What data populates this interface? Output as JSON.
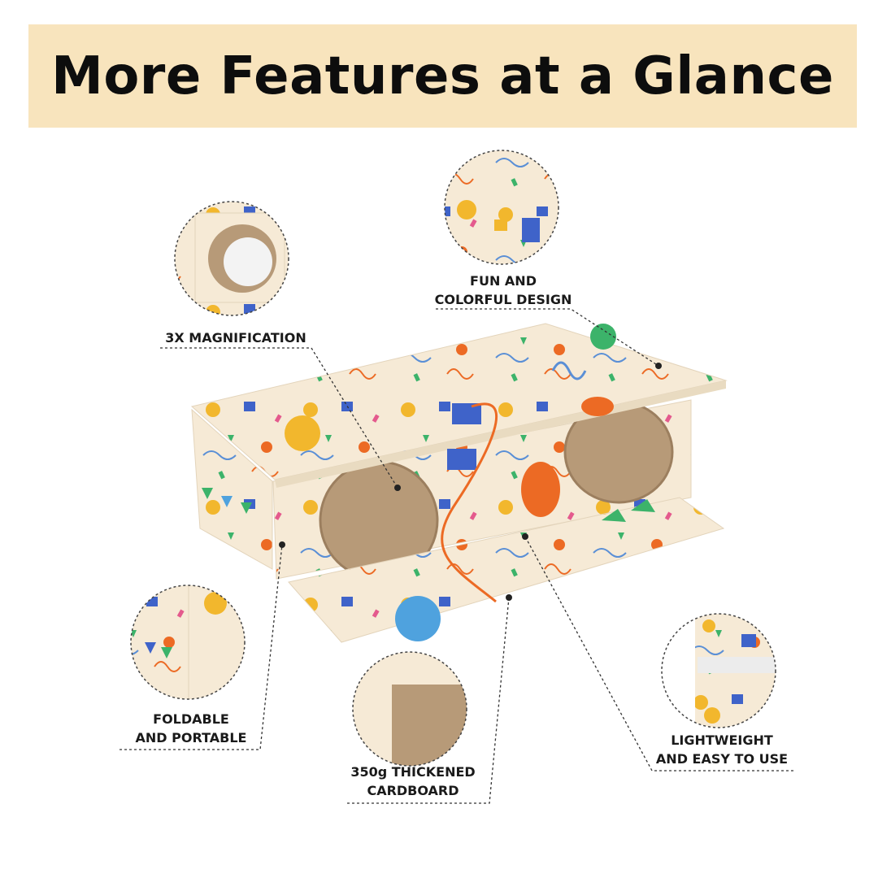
{
  "header": {
    "title": "More Features at a Glance"
  },
  "features": {
    "magnification": {
      "line1": "3X MAGNIFICATION"
    },
    "design": {
      "line1": "FUN AND",
      "line2": "COLORFUL DESIGN"
    },
    "foldable": {
      "line1": "FOLDABLE",
      "line2": "AND PORTABLE"
    },
    "cardboard": {
      "line1": "350g THICKENED",
      "line2": "CARDBOARD"
    },
    "lightweight": {
      "line1": "LIGHTWEIGHT",
      "line2": "AND EASY TO USE"
    }
  },
  "colors": {
    "banner": "#f8e4bd",
    "cardboard": "#f6ead6",
    "lens": "#b79a78",
    "orange": "#ec6a24",
    "yellow": "#f2b72d",
    "blue": "#4fa2de",
    "green": "#3cb36a"
  }
}
